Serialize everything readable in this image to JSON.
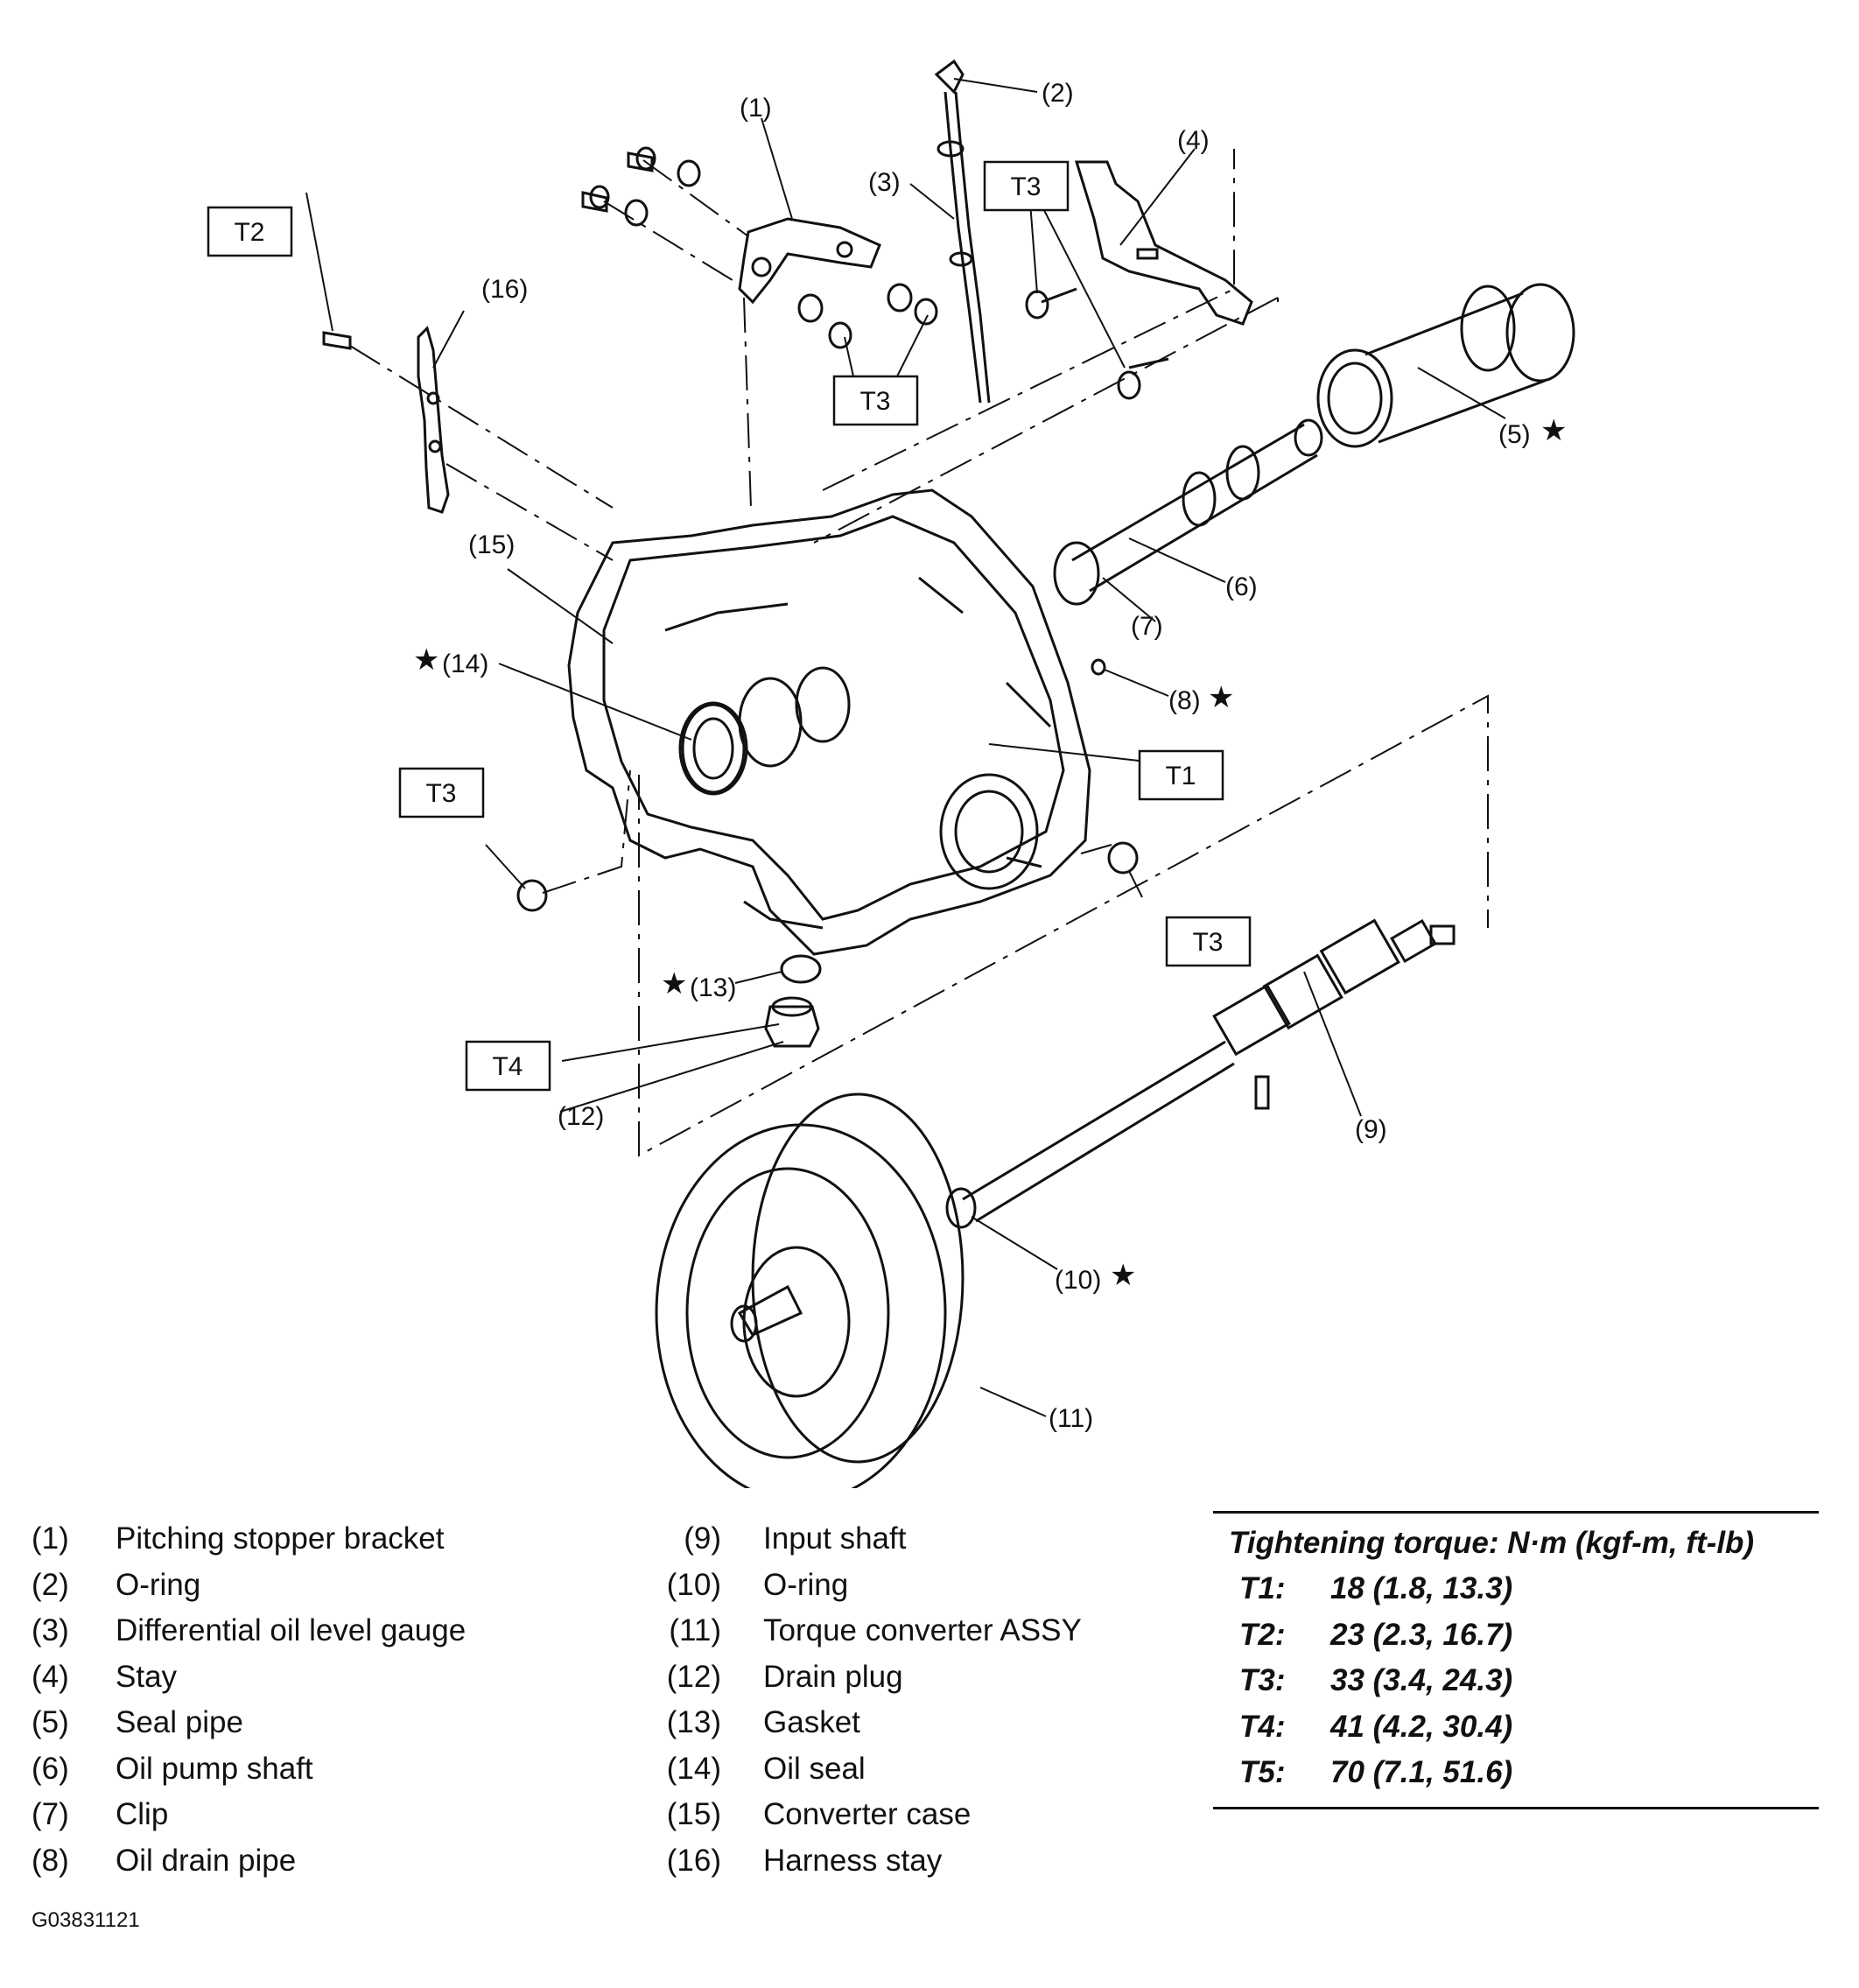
{
  "callouts": {
    "c1": "(1)",
    "c2": "(2)",
    "c3": "(3)",
    "c4": "(4)",
    "c5": "(5)",
    "c6": "(6)",
    "c7": "(7)",
    "c8": "(8)",
    "c9": "(9)",
    "c10": "(10)",
    "c11": "(11)",
    "c12": "(12)",
    "c13": "(13)",
    "c14": "(14)",
    "c15": "(15)",
    "c16": "(16)"
  },
  "torque_boxes": {
    "t1": "T1",
    "t2": "T2",
    "t3": "T3",
    "t4": "T4"
  },
  "star_symbol": "★",
  "parts": [
    {
      "num": "(1)",
      "name": "Pitching stopper bracket"
    },
    {
      "num": "(2)",
      "name": "O-ring"
    },
    {
      "num": "(3)",
      "name": "Differential oil level gauge"
    },
    {
      "num": "(4)",
      "name": "Stay"
    },
    {
      "num": "(5)",
      "name": "Seal pipe"
    },
    {
      "num": "(6)",
      "name": "Oil pump shaft"
    },
    {
      "num": "(7)",
      "name": "Clip"
    },
    {
      "num": "(8)",
      "name": "Oil drain pipe"
    },
    {
      "num": "(9)",
      "name": "Input shaft"
    },
    {
      "num": "(10)",
      "name": "O-ring"
    },
    {
      "num": "(11)",
      "name": "Torque converter ASSY"
    },
    {
      "num": "(12)",
      "name": "Drain plug"
    },
    {
      "num": "(13)",
      "name": "Gasket"
    },
    {
      "num": "(14)",
      "name": "Oil seal"
    },
    {
      "num": "(15)",
      "name": "Converter case"
    },
    {
      "num": "(16)",
      "name": "Harness stay"
    }
  ],
  "torque_table": {
    "header": "Tightening torque: N·m (kgf-m, ft-lb)",
    "rows": [
      {
        "key": "T1:",
        "value": "18 (1.8, 13.3)"
      },
      {
        "key": "T2:",
        "value": "23 (2.3, 16.7)"
      },
      {
        "key": "T3:",
        "value": "33 (3.4, 24.3)"
      },
      {
        "key": "T4:",
        "value": "41 (4.2, 30.4)"
      },
      {
        "key": "T5:",
        "value": "70 (7.1, 51.6)"
      }
    ]
  },
  "figure_id": "G03831121"
}
